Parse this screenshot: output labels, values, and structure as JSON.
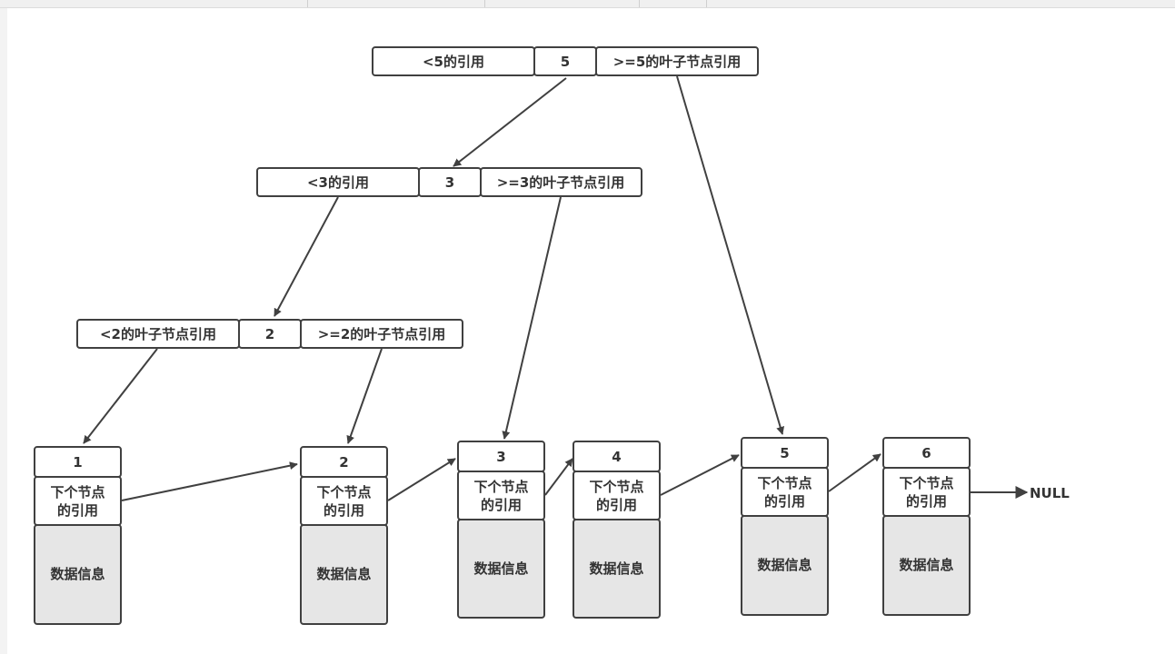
{
  "colors": {
    "stroke": "#404040",
    "data_fill": "#e6e6e6",
    "text": "#333333",
    "background": "#ffffff"
  },
  "internal_nodes": [
    {
      "id": "root",
      "left": "<5的引用",
      "key": "5",
      "right": ">=5的叶子节点引用"
    },
    {
      "id": "n3",
      "left": "<3的引用",
      "key": "3",
      "right": ">=3的叶子节点引用"
    },
    {
      "id": "n2",
      "left": "<2的叶子节点引用",
      "key": "2",
      "right": ">=2的叶子节点引用"
    }
  ],
  "leaf_nodes": [
    {
      "key": "1",
      "next_line1": "下个节点",
      "next_line2": "的引用",
      "data": "数据信息"
    },
    {
      "key": "2",
      "next_line1": "下个节点",
      "next_line2": "的引用",
      "data": "数据信息"
    },
    {
      "key": "3",
      "next_line1": "下个节点",
      "next_line2": "的引用",
      "data": "数据信息"
    },
    {
      "key": "4",
      "next_line1": "下个节点",
      "next_line2": "的引用",
      "data": "数据信息"
    },
    {
      "key": "5",
      "next_line1": "下个节点",
      "next_line2": "的引用",
      "data": "数据信息"
    },
    {
      "key": "6",
      "next_line1": "下个节点",
      "next_line2": "的引用",
      "data": "数据信息"
    }
  ],
  "terminal": "NULL"
}
